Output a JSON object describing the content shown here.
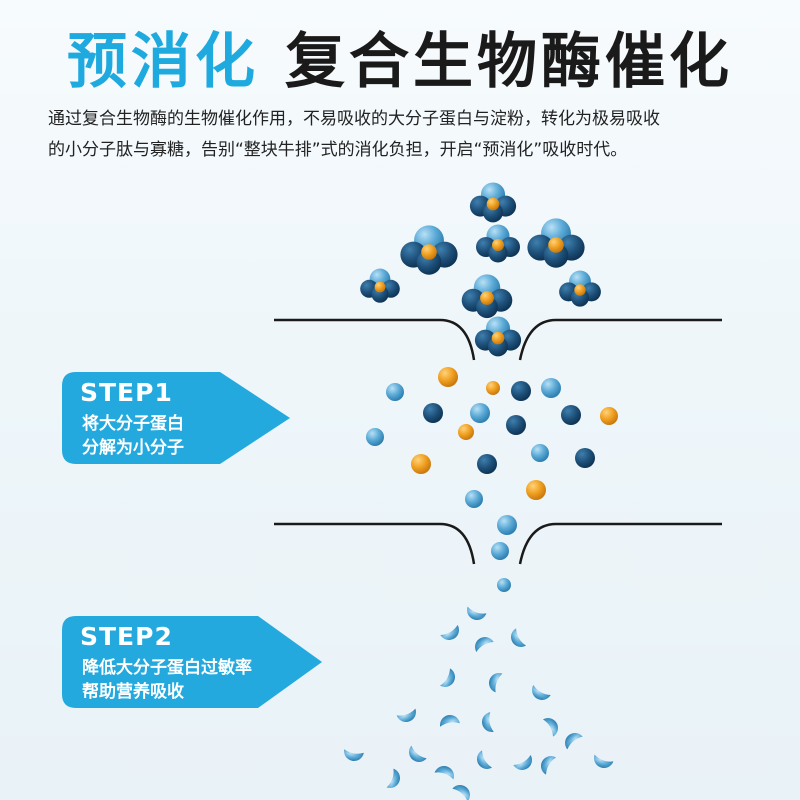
{
  "header": {
    "title_highlight": "预消化",
    "title_main": "复合生物酶催化"
  },
  "description": {
    "line1": "通过复合生物酶的生物催化作用，不易吸收的大分子蛋白与淀粉，转化为极易吸收",
    "line2": "的小分子肽与寡糖，告别“整块牛排”式的消化负担，开启“预消化”吸收时代。"
  },
  "steps": [
    {
      "title": "STEP1",
      "line1": "将大分子蛋白",
      "line2": "分解为小分子"
    },
    {
      "title": "STEP2",
      "line1": "降低大分子蛋白过敏率",
      "line2": "帮助营养吸收"
    }
  ],
  "colors": {
    "accent": "#1faadf",
    "step_tag": "#23a9de",
    "molecule_dark": "#1d4f78",
    "molecule_light": "#5aa9d6",
    "molecule_orange": "#f0a020"
  }
}
